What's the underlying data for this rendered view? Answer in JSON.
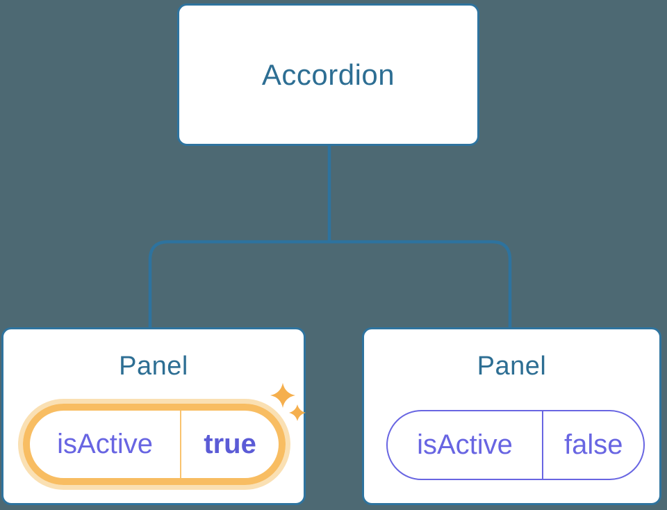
{
  "colors": {
    "background": "#4D6973",
    "stroke_blue": "#2E739E",
    "heading_blue": "#2D6E93",
    "purple": "#6865E2",
    "purple_bold": "#5B5BD6",
    "orange_ring": "#F8BD62",
    "orange_halo": "#FAE0B3",
    "orange_divider": "#F9C36F",
    "sparkle": "#F5AF4D"
  },
  "root_node": {
    "label": "Accordion"
  },
  "panels": [
    {
      "title": "Panel",
      "prop_name": "isActive",
      "prop_value": "true",
      "state": "active"
    },
    {
      "title": "Panel",
      "prop_name": "isActive",
      "prop_value": "false",
      "state": "inactive"
    }
  ]
}
